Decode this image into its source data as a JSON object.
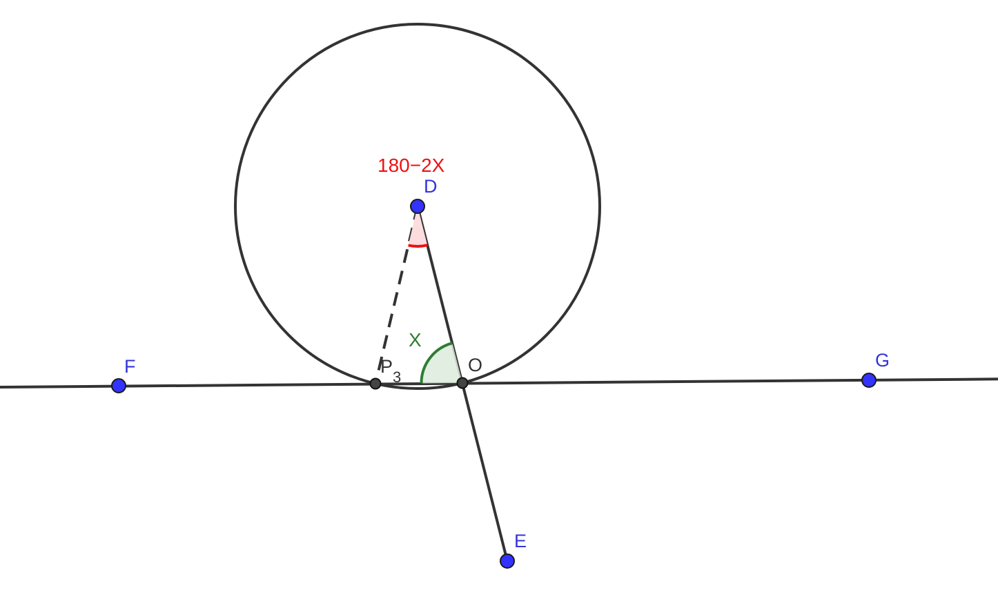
{
  "points": {
    "D": {
      "label": "D"
    },
    "E": {
      "label": "E"
    },
    "F": {
      "label": "F"
    },
    "G": {
      "label": "G"
    },
    "O": {
      "label": "O"
    },
    "P3": {
      "label": "P",
      "subscript": "3"
    }
  },
  "angles": {
    "at_O": {
      "label": "X"
    },
    "at_D": {
      "label": "180−2X"
    }
  },
  "colors": {
    "free_point": "#3333ff",
    "dependent_point": "#333333",
    "line": "#333333",
    "angle_O": "#2e7d32",
    "angle_O_fill": "#dcebdc",
    "angle_D": "#ee1111",
    "angle_D_fill": "#fcdcdc",
    "label_blue": "#3333dd"
  }
}
